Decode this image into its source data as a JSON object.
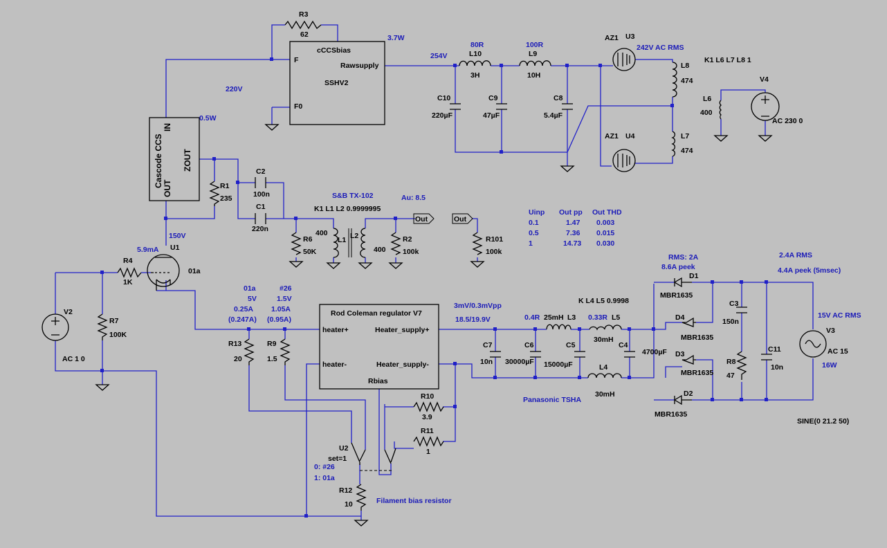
{
  "colors": {
    "background": "#c0c0c0",
    "wire": "#2020c8",
    "component": "#000000",
    "annotation": "#1a1ab8"
  },
  "blocks": {
    "ccs_bias": {
      "name": "cCCSbias",
      "sub": "SSHV2",
      "pin_f": "F",
      "pin_f0": "F0",
      "pin_raw": "Rawsupply",
      "power": "3.7W"
    },
    "cascode": {
      "name": "Cascode CCS",
      "pin_in": "IN",
      "pin_out": "OUT",
      "pin_zout": "ZOUT",
      "power": "0.5W"
    },
    "regulator": {
      "name": "Rod Coleman regulator V7",
      "pin_hp": "heater+",
      "pin_hm": "heater-",
      "pin_sp": "Heater_supply+",
      "pin_sm": "Heater_supply-",
      "pin_rbias": "Rbias"
    }
  },
  "components": {
    "r3": {
      "ref": "R3",
      "val": "62"
    },
    "r1": {
      "ref": "R1",
      "val": "235"
    },
    "c2": {
      "ref": "C2",
      "val": "100n"
    },
    "c1": {
      "ref": "C1",
      "val": "220n"
    },
    "r6": {
      "ref": "R6",
      "val": "50K"
    },
    "l1": {
      "ref": "L1",
      "val": "400"
    },
    "l2": {
      "ref": "L2",
      "val": "400"
    },
    "r2": {
      "ref": "R2",
      "val": "100k"
    },
    "r101": {
      "ref": "R101",
      "val": "100k"
    },
    "l10": {
      "ref": "L10",
      "val": "3H",
      "esr": "80R"
    },
    "l9": {
      "ref": "L9",
      "val": "10H",
      "esr": "100R"
    },
    "c10": {
      "ref": "C10",
      "val": "220µF"
    },
    "c9": {
      "ref": "C9",
      "val": "47µF"
    },
    "c8": {
      "ref": "C8",
      "val": "5.4µF"
    },
    "u3": {
      "ref": "U3",
      "type": "AZ1"
    },
    "u4": {
      "ref": "U4",
      "type": "AZ1"
    },
    "l8": {
      "ref": "L8",
      "val": "474"
    },
    "l7": {
      "ref": "L7",
      "val": "474"
    },
    "l6": {
      "ref": "L6",
      "val": "400"
    },
    "v4": {
      "ref": "V4",
      "val": "AC 230 0"
    },
    "u1": {
      "ref": "U1",
      "type": "01a"
    },
    "r4": {
      "ref": "R4",
      "val": "1K"
    },
    "r7": {
      "ref": "R7",
      "val": "100K"
    },
    "v2": {
      "ref": "V2",
      "val": "AC 1 0"
    },
    "r13": {
      "ref": "R13",
      "val": "20"
    },
    "r9": {
      "ref": "R9",
      "val": "1.5"
    },
    "r10": {
      "ref": "R10",
      "val": "3.9"
    },
    "r11": {
      "ref": "R11",
      "val": "1"
    },
    "r12": {
      "ref": "R12",
      "val": "10"
    },
    "u2": {
      "ref": "U2",
      "param": "set=1"
    },
    "c7": {
      "ref": "C7",
      "val": "10n"
    },
    "c6": {
      "ref": "C6",
      "val": "30000µF"
    },
    "l3": {
      "ref": "L3",
      "val": "25mH",
      "esr": "0.4R"
    },
    "c5": {
      "ref": "C5",
      "val": "15000µF"
    },
    "l5": {
      "ref": "L5",
      "val": "30mH",
      "esr": "0.33R"
    },
    "c4": {
      "ref": "C4",
      "val": "4700µF"
    },
    "l4": {
      "ref": "L4",
      "val": "30mH"
    },
    "d1": {
      "ref": "D1",
      "val": "MBR1635"
    },
    "d2": {
      "ref": "D2",
      "val": "MBR1635"
    },
    "d3": {
      "ref": "D3",
      "val": "MBR1635"
    },
    "d4": {
      "ref": "D4",
      "val": "MBR1635"
    },
    "c3": {
      "ref": "C3",
      "val": "150n"
    },
    "r8": {
      "ref": "R8",
      "val": "47"
    },
    "c11": {
      "ref": "C11",
      "val": "10n"
    },
    "v3": {
      "ref": "V3",
      "val": "AC 15"
    }
  },
  "annotations": {
    "v254": "254V",
    "v220": "220V",
    "v150": "150V",
    "i59": "5.9mA",
    "vac242": "242V AC RMS",
    "k1": "K1 L6 L7 L8 1",
    "k2": "K1 L1 L2 0.9999995",
    "k3": "K L4 L5 0.9998",
    "stx": "S&B TX-102",
    "au": "Au: 8.5",
    "out1": "Out",
    "out2": "Out",
    "t01a": "01a",
    "t5v": "5V",
    "t025": "0.25A",
    "t0247": "(0.247A)",
    "t26": "#26",
    "t15v": "1.5V",
    "t105": "1.05A",
    "t095": "(0.95A)",
    "ripple": "3mV/0.3mVpp",
    "ratio": "18.5/19.9V",
    "rms2": "RMS: 2A",
    "pk86": "8.6A peek",
    "rms24": "2.4A RMS",
    "pk44": "4.4A peek (5msec)",
    "v15ac": "15V AC RMS",
    "w16": "16W",
    "sine": "SINE(0 21.2 50)",
    "panasonic": "Panasonic TSHA",
    "fbias": "Filament bias resistor",
    "sel0": "0: #26",
    "sel1": "1:  01a"
  },
  "thd_table": {
    "headers": [
      "Uinp",
      "Out pp",
      "Out THD"
    ],
    "rows": [
      [
        "0.1",
        "1.47",
        "0.003"
      ],
      [
        "0.5",
        "7.36",
        "0.015"
      ],
      [
        "1",
        "14.73",
        "0.030"
      ]
    ]
  }
}
